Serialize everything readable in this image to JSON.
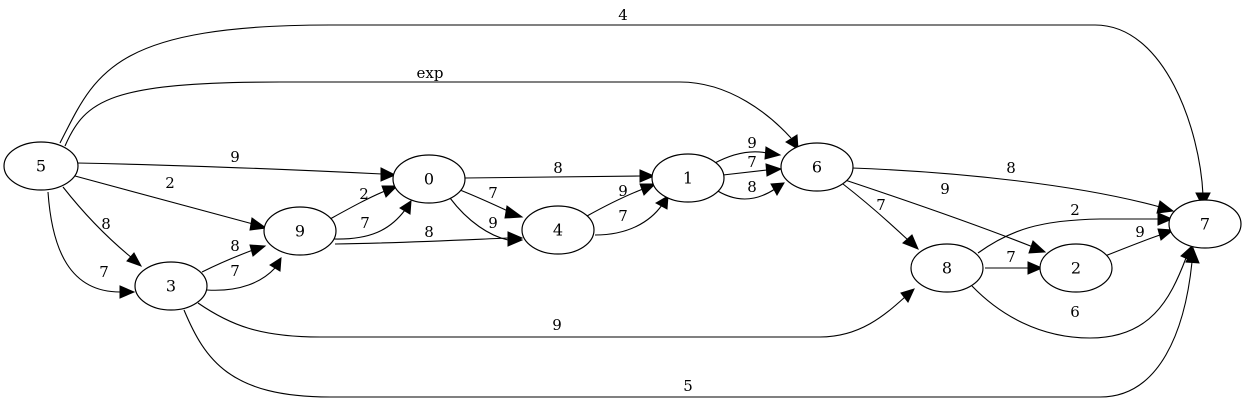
{
  "graph": {
    "nodes": [
      {
        "id": "n5",
        "label": "5"
      },
      {
        "id": "n0",
        "label": "0"
      },
      {
        "id": "n9",
        "label": "9"
      },
      {
        "id": "n3",
        "label": "3"
      },
      {
        "id": "n4",
        "label": "4"
      },
      {
        "id": "n1",
        "label": "1"
      },
      {
        "id": "n6",
        "label": "6"
      },
      {
        "id": "n8",
        "label": "8"
      },
      {
        "id": "n2",
        "label": "2"
      },
      {
        "id": "n7",
        "label": "7"
      }
    ],
    "edges": [
      {
        "id": "e5-7-top",
        "from": "5",
        "to": "7",
        "label": "4"
      },
      {
        "id": "e5-6-exp",
        "from": "5",
        "to": "6",
        "label": "exp"
      },
      {
        "id": "e5-0",
        "from": "5",
        "to": "0",
        "label": "9"
      },
      {
        "id": "e5-9",
        "from": "5",
        "to": "9",
        "label": "2"
      },
      {
        "id": "e5-3-a",
        "from": "5",
        "to": "3",
        "label": "8"
      },
      {
        "id": "e5-3-b",
        "from": "5",
        "to": "3",
        "label": "7"
      },
      {
        "id": "e9-0-a",
        "from": "9",
        "to": "0",
        "label": "2"
      },
      {
        "id": "e9-0-b",
        "from": "9",
        "to": "0",
        "label": "7"
      },
      {
        "id": "e9-4",
        "from": "9",
        "to": "4",
        "label": "8"
      },
      {
        "id": "e3-9-a",
        "from": "3",
        "to": "9",
        "label": "8"
      },
      {
        "id": "e3-9-b",
        "from": "3",
        "to": "9",
        "label": "7"
      },
      {
        "id": "e3-8",
        "from": "3",
        "to": "8",
        "label": "9"
      },
      {
        "id": "e3-7",
        "from": "3",
        "to": "7",
        "label": "5"
      },
      {
        "id": "e0-1",
        "from": "0",
        "to": "1",
        "label": "8"
      },
      {
        "id": "e0-4-a",
        "from": "0",
        "to": "4",
        "label": "7"
      },
      {
        "id": "e0-4-b",
        "from": "0",
        "to": "4",
        "label": "9"
      },
      {
        "id": "e4-1-a",
        "from": "4",
        "to": "1",
        "label": "9"
      },
      {
        "id": "e4-1-b",
        "from": "4",
        "to": "1",
        "label": "7"
      },
      {
        "id": "e1-6-a",
        "from": "1",
        "to": "6",
        "label": "9"
      },
      {
        "id": "e1-6-b",
        "from": "1",
        "to": "6",
        "label": "7"
      },
      {
        "id": "e1-6-c",
        "from": "1",
        "to": "6",
        "label": "8"
      },
      {
        "id": "e6-7",
        "from": "6",
        "to": "7",
        "label": "8"
      },
      {
        "id": "e6-2",
        "from": "6",
        "to": "2",
        "label": "9"
      },
      {
        "id": "e6-8",
        "from": "6",
        "to": "8",
        "label": "7"
      },
      {
        "id": "e8-7-a",
        "from": "8",
        "to": "7",
        "label": "2"
      },
      {
        "id": "e8-2",
        "from": "8",
        "to": "2",
        "label": "7"
      },
      {
        "id": "e8-7-b",
        "from": "8",
        "to": "7",
        "label": "6"
      },
      {
        "id": "e2-7",
        "from": "2",
        "to": "7",
        "label": "9"
      }
    ]
  }
}
